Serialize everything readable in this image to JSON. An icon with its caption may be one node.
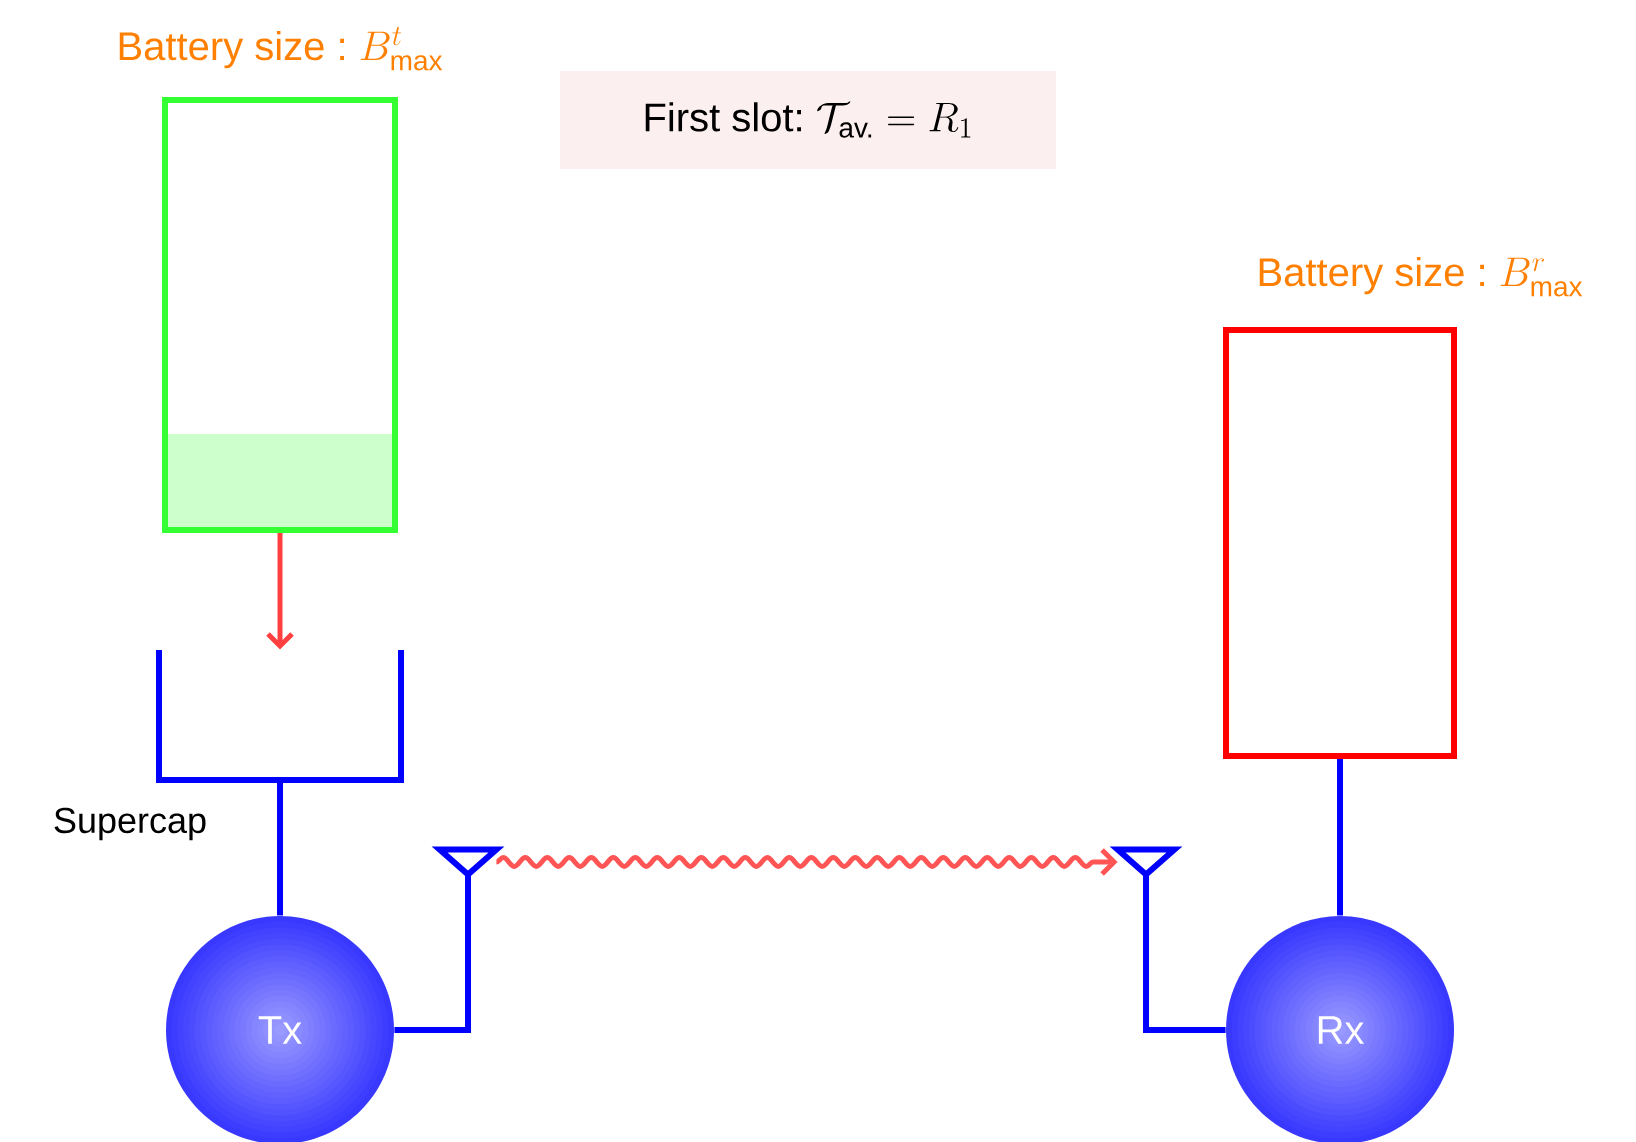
{
  "diagram": {
    "nodes": [
      {
        "text": [
          "Battery size :",
          "B^{t}_{\\max}"
        ]
      },
      {
        "text": [
          "Supercap"
        ]
      },
      {
        "text": [
          "Tx"
        ]
      },
      {
        "text": [],
        "shape": "antenna"
      },
      {
        "text": [],
        "shape": "antenna"
      },
      {
        "text": [
          "Rx"
        ]
      },
      {
        "text": [
          "Battery size :",
          "B^{r}_{\\max}"
        ]
      }
    ],
    "edges": [
      {
        "from": 0,
        "to": 1,
        "arrow": "to",
        "color": "#ff4040"
      },
      {
        "from": 1,
        "to": 2,
        "arrow": "none"
      },
      {
        "from": 2,
        "to": 3,
        "arrow": "none"
      },
      {
        "from": 3,
        "to": 4,
        "arrow": "to",
        "color": "#ff5555"
      },
      {
        "from": 4,
        "to": 5,
        "arrow": "none"
      },
      {
        "from": 6,
        "to": 5,
        "arrow": "none"
      }
    ],
    "labels": [
      "First slot:",
      "\\mathcal{T}_{\\text{av.}} = R_1"
    ]
  }
}
